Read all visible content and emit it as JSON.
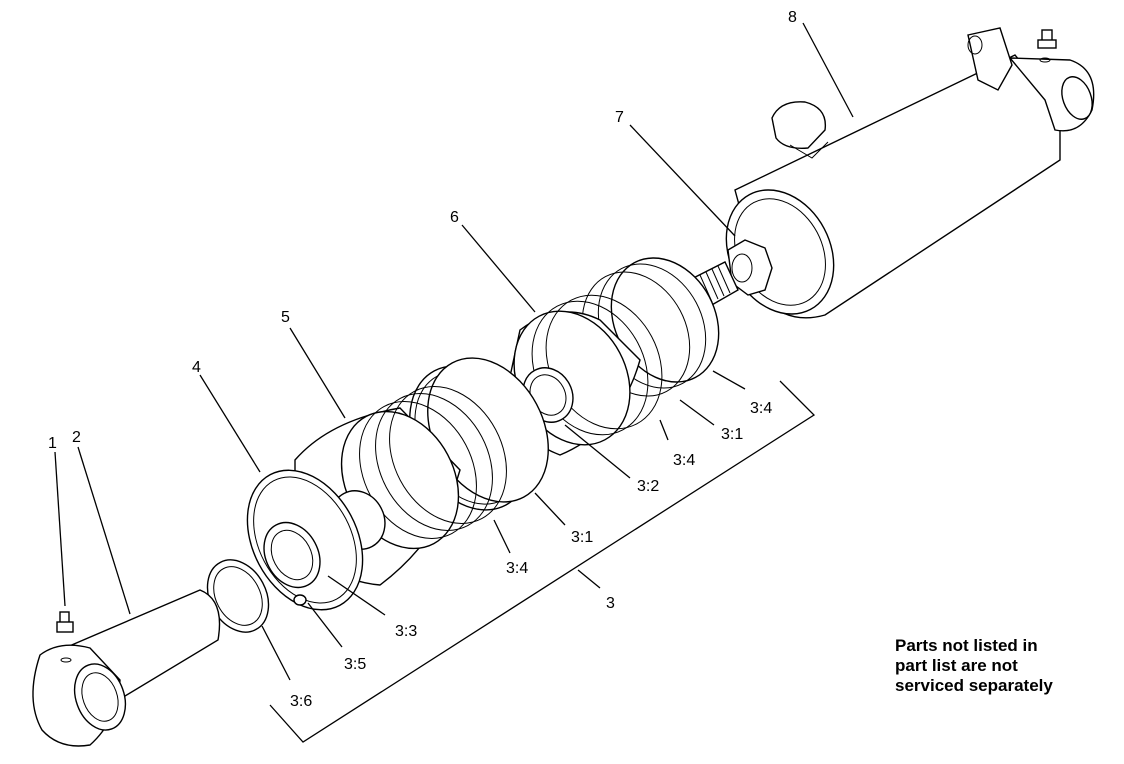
{
  "callouts": {
    "c1": "1",
    "c2": "2",
    "c3": "3",
    "c4": "4",
    "c5": "5",
    "c6": "6",
    "c7": "7",
    "c8": "8",
    "c3_1a": "3:1",
    "c3_1b": "3:1",
    "c3_2": "3:2",
    "c3_3": "3:3",
    "c3_4a": "3:4",
    "c3_4b": "3:4",
    "c3_4c": "3:4",
    "c3_5": "3:5",
    "c3_6": "3:6"
  },
  "note": {
    "line1": "Parts not listed in",
    "line2": "part list are not",
    "line3": "serviced separately"
  }
}
